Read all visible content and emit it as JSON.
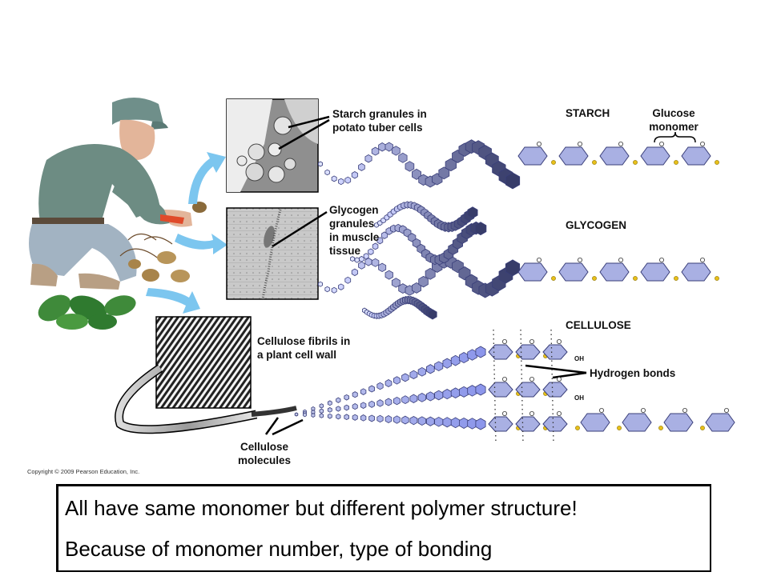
{
  "labels": {
    "starch_granules": [
      "Starch granules in",
      "potato tuber cells"
    ],
    "glycogen_granules": [
      "Glycogen",
      "granules",
      "in muscle",
      "tissue"
    ],
    "cellulose_fibrils": [
      "Cellulose fibrils in",
      "a plant cell wall"
    ],
    "cellulose_molecules": [
      "Cellulose",
      "molecules"
    ],
    "starch": "STARCH",
    "glucose_monomer": [
      "Glucose",
      "monomer"
    ],
    "glycogen": "GLYCOGEN",
    "cellulose": "CELLULOSE",
    "hydrogen_bonds": "Hydrogen bonds",
    "oh": "OH"
  },
  "copyright": "Copyright © 2009 Pearson Education, Inc.",
  "summary": {
    "line1": "All have same monomer but different polymer structure!",
    "line2": "Because of monomer number, type of bonding"
  },
  "colors": {
    "ring_fill": "#a9b0e3",
    "ring_stroke": "#3a3f7a",
    "dark_bead": "#4b4f96",
    "oxygen": "#e8c01a",
    "arrow": "#7cc6ef"
  },
  "icons": [
    "farmer-illustration",
    "potato-icon",
    "plant-icon"
  ]
}
